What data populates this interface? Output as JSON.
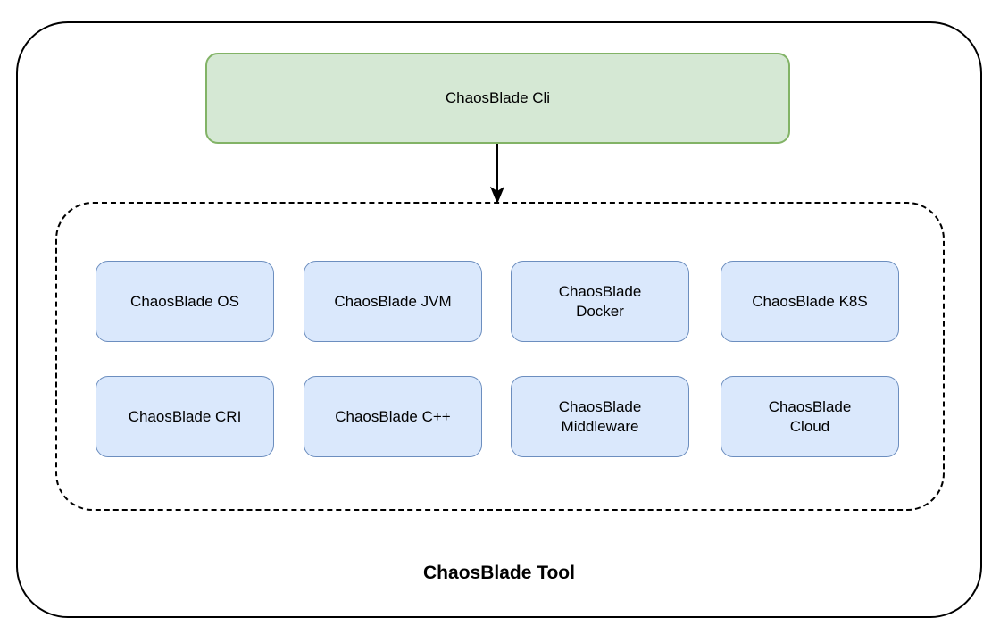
{
  "diagram": {
    "title": "ChaosBlade Tool",
    "cli_node": {
      "label": "ChaosBlade Cli"
    },
    "nodes": [
      {
        "label": "ChaosBlade OS"
      },
      {
        "label": "ChaosBlade JVM"
      },
      {
        "label": "ChaosBlade\nDocker"
      },
      {
        "label": "ChaosBlade K8S"
      },
      {
        "label": "ChaosBlade CRI"
      },
      {
        "label": "ChaosBlade C++"
      },
      {
        "label": "ChaosBlade\nMiddleware"
      },
      {
        "label": "ChaosBlade\nCloud"
      }
    ],
    "colors": {
      "cli_fill": "#d5e8d4",
      "cli_border": "#82b366",
      "node_fill": "#dae8fc",
      "node_border": "#6c8ebf",
      "line": "#000000"
    }
  }
}
